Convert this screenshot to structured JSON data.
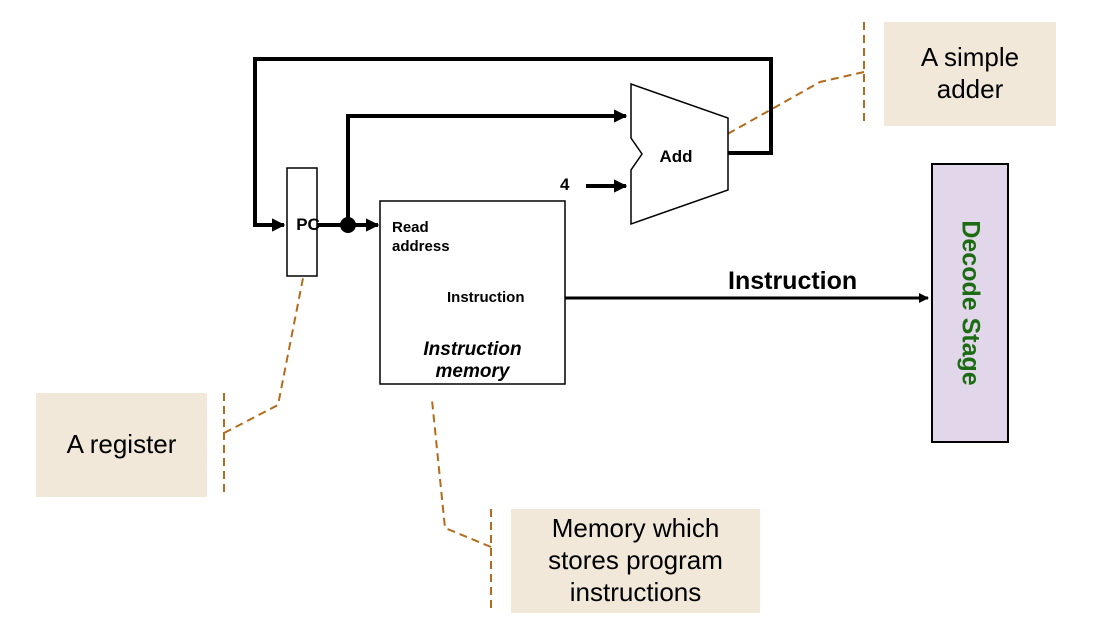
{
  "components": {
    "pc": {
      "label": "PC"
    },
    "adder": {
      "label": "Add",
      "constant_input": "4"
    },
    "instruction_memory": {
      "read_port": [
        "Read",
        "address"
      ],
      "output_port": "Instruction",
      "name": [
        "Instruction",
        "memory"
      ]
    },
    "instruction_bus": {
      "label": "Instruction"
    },
    "decode_stage": {
      "label": "Decode Stage"
    }
  },
  "callouts": {
    "adder": {
      "lines": [
        "A simple",
        "adder"
      ]
    },
    "register": {
      "lines": [
        "A register"
      ]
    },
    "memory": {
      "lines": [
        "Memory which",
        "stores program",
        "instructions"
      ]
    }
  },
  "colors": {
    "callout_fill": "#f1e8d9",
    "callout_leader": "#b36b1d",
    "decode_fill": "#e2d6ea",
    "decode_text": "#1b6c12",
    "wire": "#000000"
  }
}
